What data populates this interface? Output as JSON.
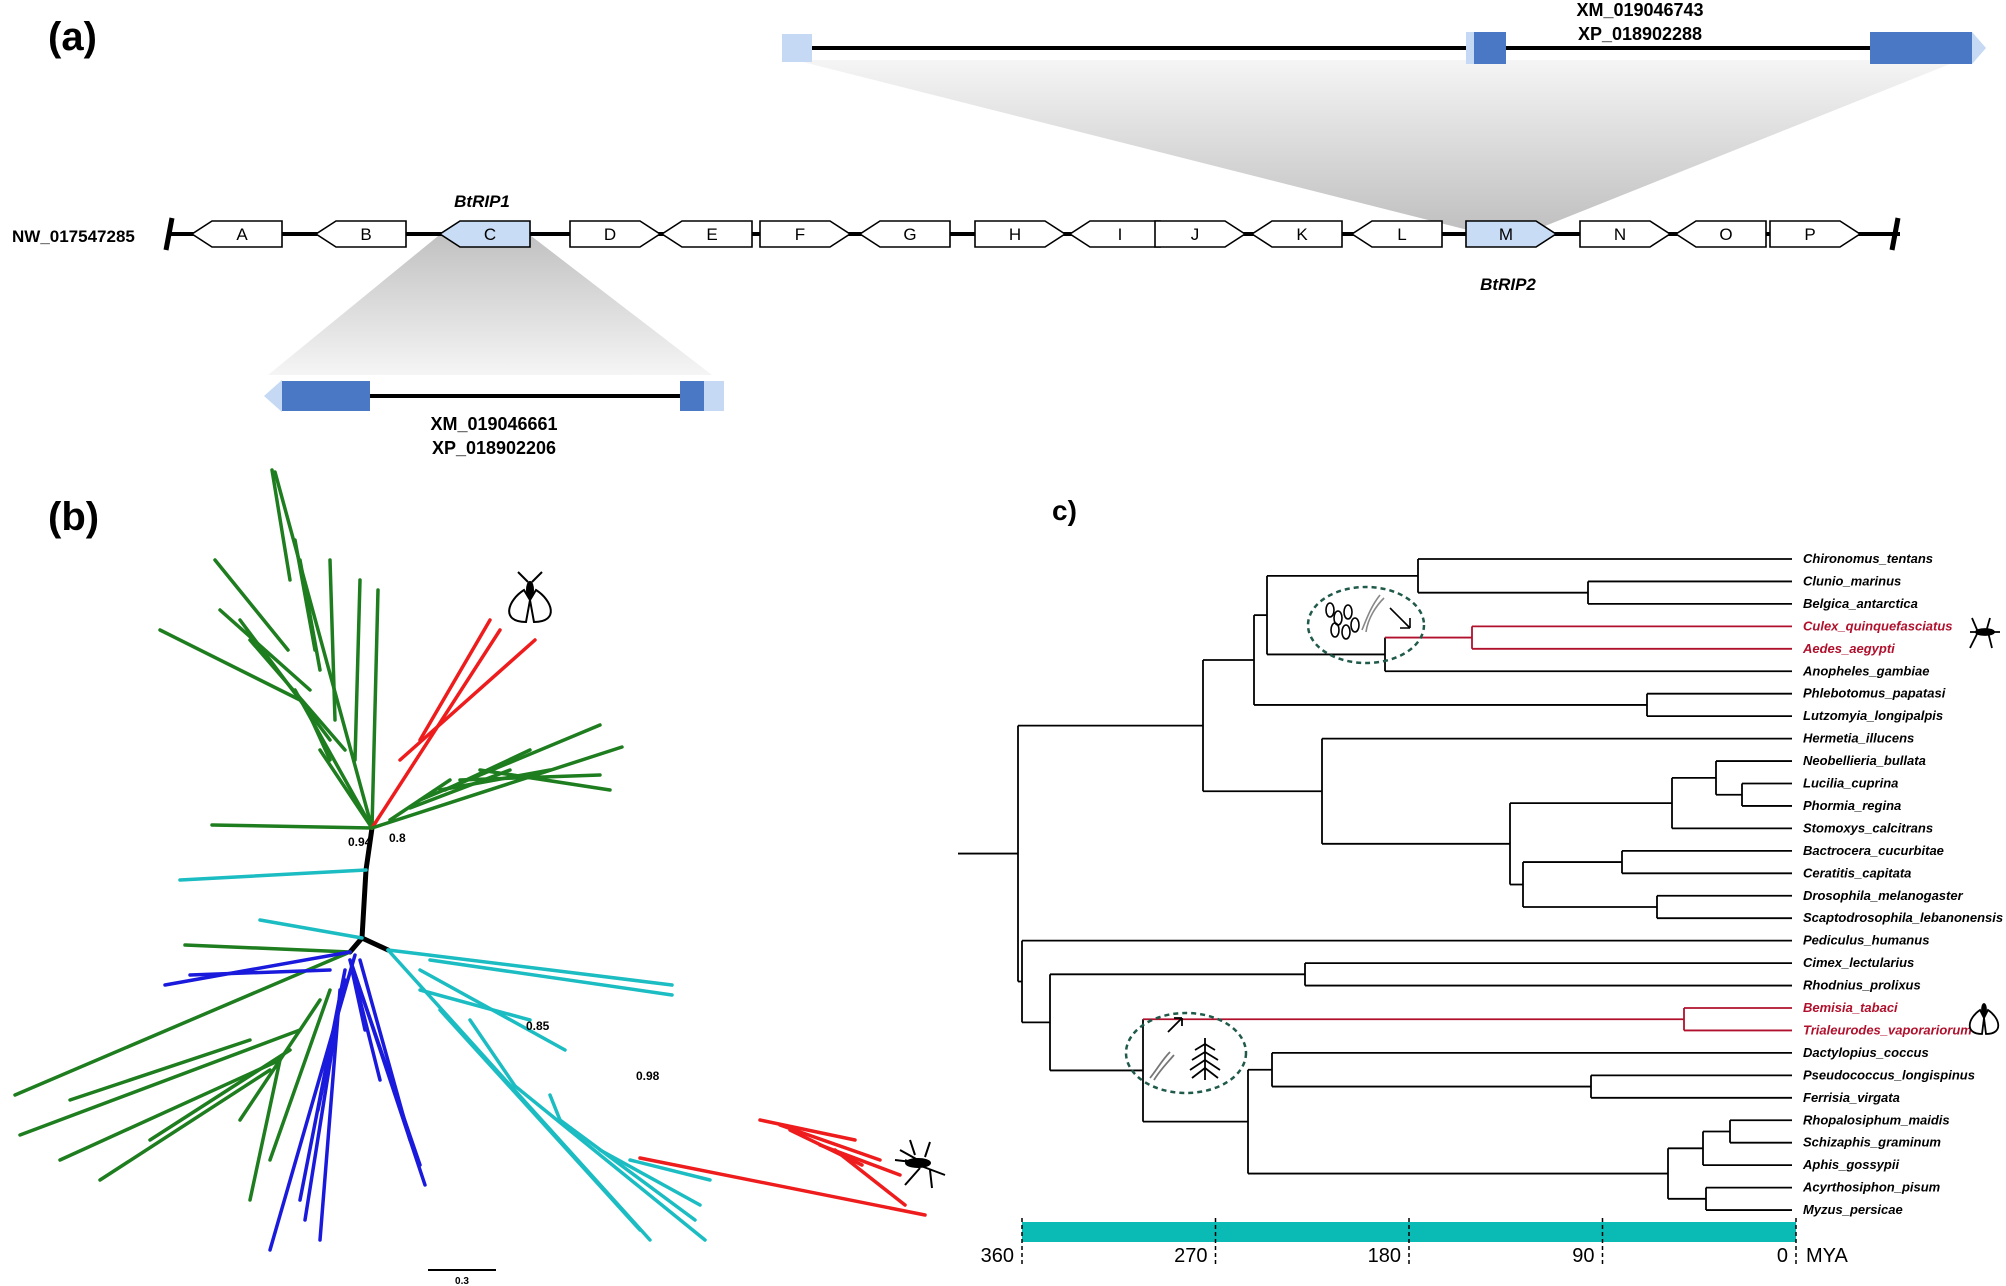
{
  "panel_a": {
    "label": "(a)",
    "contig": "NW_017547285",
    "genes": [
      "A",
      "B",
      "C",
      "D",
      "E",
      "F",
      "G",
      "H",
      "I",
      "J",
      "K",
      "L",
      "M",
      "N",
      "O",
      "P"
    ],
    "gene_dirs": [
      "L",
      "L",
      "L",
      "R",
      "L",
      "R",
      "L",
      "R",
      "L",
      "R",
      "L",
      "L",
      "R",
      "R",
      "L",
      "R"
    ],
    "highlighted": [
      "C",
      "M"
    ],
    "rip1_label": "BtRIP1",
    "rip2_label": "BtRIP2",
    "rip1_ids": [
      "XM_019046661",
      "XP_018902206"
    ],
    "rip2_ids": [
      "XM_019046743",
      "XP_018902288"
    ]
  },
  "panel_b": {
    "label": "(b)",
    "support_values": [
      "0.94",
      "0.8",
      "0.85",
      "0.98"
    ],
    "scale_label": "0.3"
  },
  "panel_c": {
    "label": "c)",
    "species": [
      {
        "name": "Chironomus_tentans",
        "highlight": false
      },
      {
        "name": "Clunio_marinus",
        "highlight": false
      },
      {
        "name": "Belgica_antarctica",
        "highlight": false
      },
      {
        "name": "Culex_quinquefasciatus",
        "highlight": true
      },
      {
        "name": "Aedes_aegypti",
        "highlight": true
      },
      {
        "name": "Anopheles_gambiae",
        "highlight": false
      },
      {
        "name": "Phlebotomus_papatasi",
        "highlight": false
      },
      {
        "name": "Lutzomyia_longipalpis",
        "highlight": false
      },
      {
        "name": "Hermetia_illucens",
        "highlight": false
      },
      {
        "name": "Neobellieria_bullata",
        "highlight": false
      },
      {
        "name": "Lucilia_cuprina",
        "highlight": false
      },
      {
        "name": "Phormia_regina",
        "highlight": false
      },
      {
        "name": "Stomoxys_calcitrans",
        "highlight": false
      },
      {
        "name": "Bactrocera_cucurbitae",
        "highlight": false
      },
      {
        "name": "Ceratitis_capitata",
        "highlight": false
      },
      {
        "name": "Drosophila_melanogaster",
        "highlight": false
      },
      {
        "name": "Scaptodrosophila_lebanonensis",
        "highlight": false
      },
      {
        "name": "Pediculus_humanus",
        "highlight": false
      },
      {
        "name": "Cimex_lectularius",
        "highlight": false
      },
      {
        "name": "Rhodnius_prolixus",
        "highlight": false
      },
      {
        "name": "Bemisia_tabaci",
        "highlight": true
      },
      {
        "name": "Trialeurodes_vaporariorum",
        "highlight": true
      },
      {
        "name": "Dactylopius_coccus",
        "highlight": false
      },
      {
        "name": "Pseudococcus_longispinus",
        "highlight": false
      },
      {
        "name": "Ferrisia_virgata",
        "highlight": false
      },
      {
        "name": "Rhopalosiphum_maidis",
        "highlight": false
      },
      {
        "name": "Schizaphis_graminum",
        "highlight": false
      },
      {
        "name": "Aphis_gossypii",
        "highlight": false
      },
      {
        "name": "Acyrthosiphon_pisum",
        "highlight": false
      },
      {
        "name": "Myzus_persicae",
        "highlight": false
      }
    ],
    "time_axis": {
      "ticks": [
        "360",
        "270",
        "180",
        "90",
        "0"
      ],
      "unit": "MYA"
    }
  },
  "colors": {
    "green": "#1e7d1e",
    "red": "#ee1c1c",
    "cyan": "#1bbcc2",
    "blue": "#1a1adc",
    "dark_red": "#b0102c",
    "axis_teal": "#0abbb5",
    "exon_dark": "#4a78c4",
    "exon_light": "#c5d8f4"
  }
}
